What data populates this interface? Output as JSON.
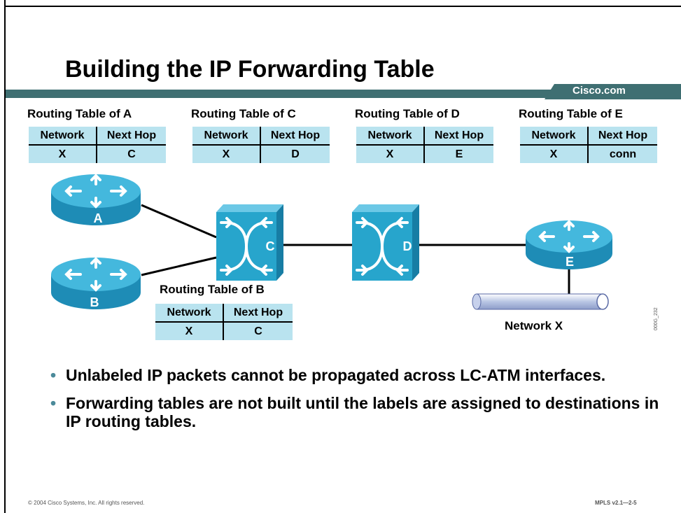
{
  "title": "Building the IP Forwarding Table",
  "brand": "Cisco.com",
  "colors": {
    "band": "#3f6f72",
    "table_bg": "#b9e3ef",
    "device": "#27a5cc",
    "bullet": "#4b8a9a"
  },
  "tables": {
    "a": {
      "title": "Routing Table of A",
      "col1": "Network",
      "col2": "Next Hop",
      "network": "X",
      "next_hop": "C"
    },
    "c": {
      "title": "Routing Table of C",
      "col1": "Network",
      "col2": "Next Hop",
      "network": "X",
      "next_hop": "D"
    },
    "d": {
      "title": "Routing Table of D",
      "col1": "Network",
      "col2": "Next Hop",
      "network": "X",
      "next_hop": "E"
    },
    "e": {
      "title": "Routing Table of E",
      "col1": "Network",
      "col2": "Next Hop",
      "network": "X",
      "next_hop": "conn"
    },
    "b": {
      "title": "Routing Table of B",
      "col1": "Network",
      "col2": "Next Hop",
      "network": "X",
      "next_hop": "C"
    }
  },
  "devices": {
    "router_a": {
      "label": "A",
      "icon": "router-icon"
    },
    "router_b": {
      "label": "B",
      "icon": "router-icon"
    },
    "switch_c": {
      "label": "C",
      "icon": "atm-switch-icon"
    },
    "switch_d": {
      "label": "D",
      "icon": "atm-switch-icon"
    },
    "router_e": {
      "label": "E",
      "icon": "router-icon"
    }
  },
  "network_label": "Network X",
  "bullets": [
    "Unlabeled IP packets cannot be propagated across LC-ATM interfaces.",
    "Forwarding tables are not built until the labels are assigned to destinations in IP routing tables."
  ],
  "footer": {
    "copyright": "© 2004 Cisco Systems, Inc. All rights reserved.",
    "course": "MPLS v2.1—2-5",
    "code": "000G_232"
  }
}
